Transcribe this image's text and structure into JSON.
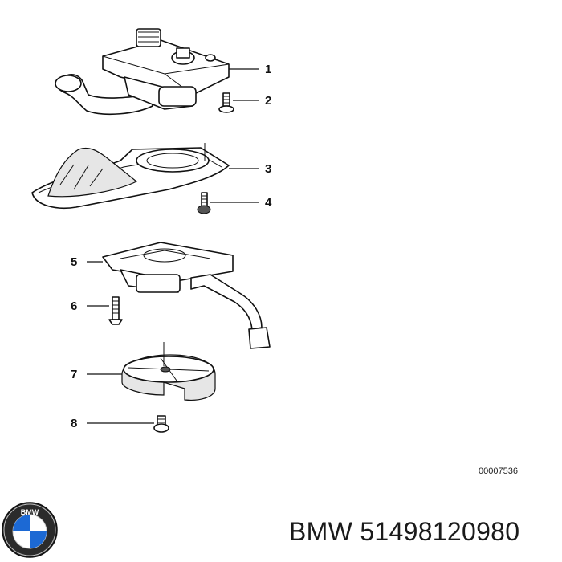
{
  "callouts": {
    "c1": "1",
    "c2": "2",
    "c3": "3",
    "c4": "4",
    "c5": "5",
    "c6": "6",
    "c7": "7",
    "c8": "8"
  },
  "drawing_code": "00007536",
  "footer": {
    "brand": "BMW",
    "part_number": "51498120980"
  },
  "colors": {
    "line": "#111111",
    "background": "#ffffff",
    "logo_blue": "#1c69d4"
  }
}
